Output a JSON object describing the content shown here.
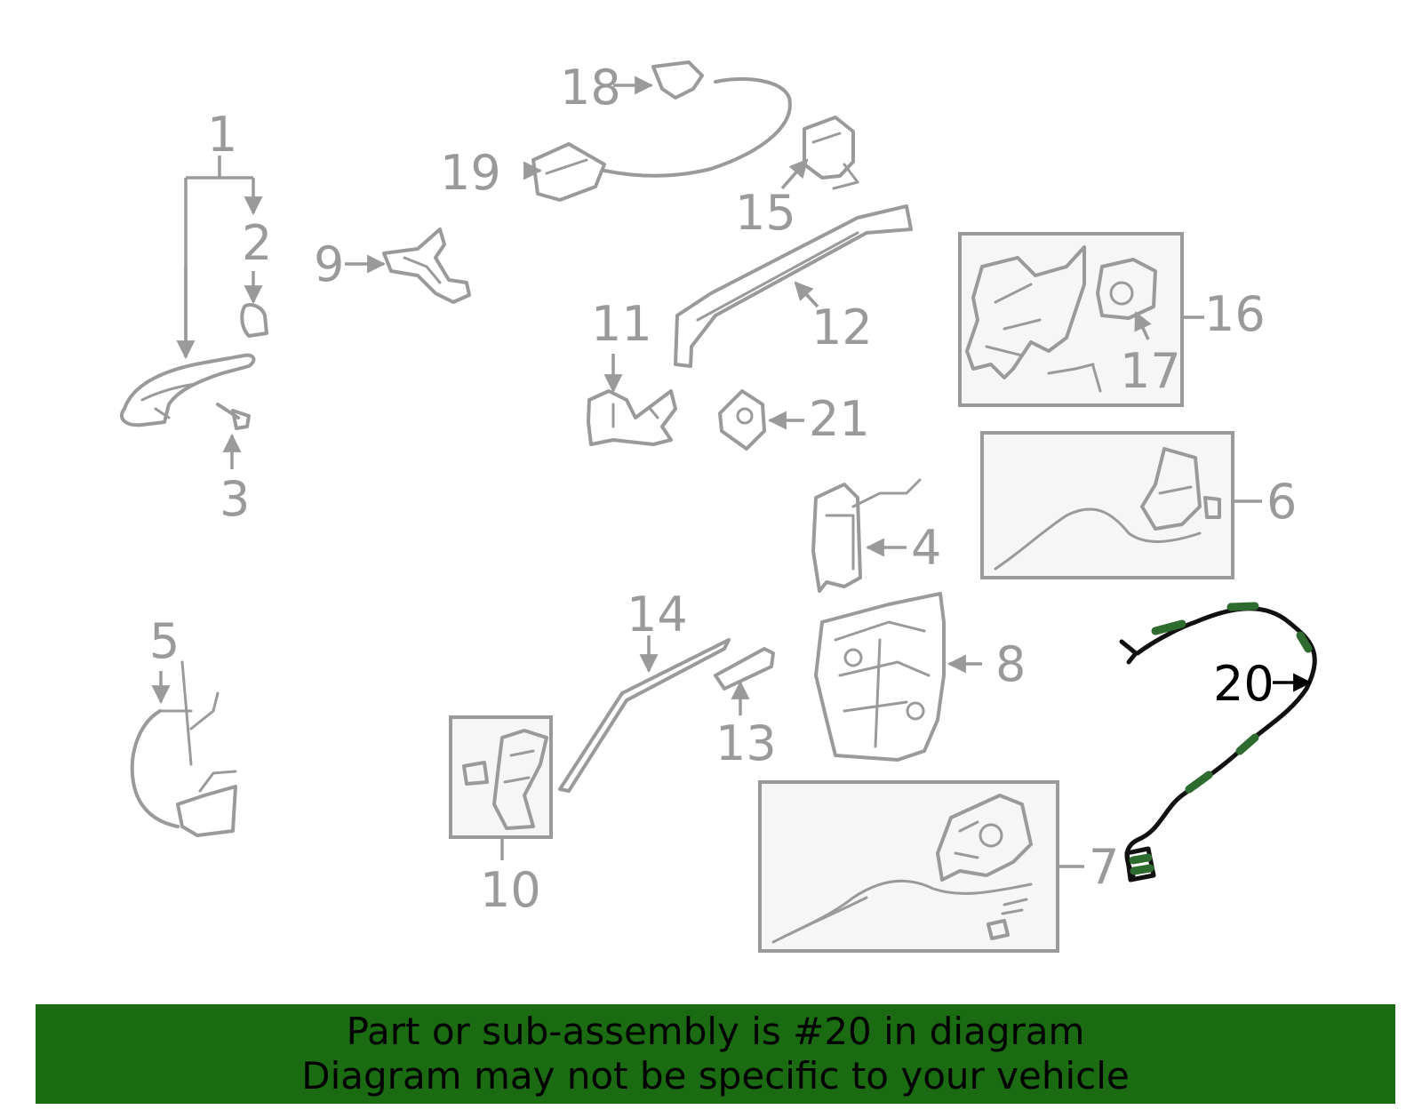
{
  "diagram": {
    "callouts": {
      "c1": "1",
      "c2": "2",
      "c3": "3",
      "c4": "4",
      "c5": "5",
      "c6": "6",
      "c7": "7",
      "c8": "8",
      "c9": "9",
      "c10": "10",
      "c11": "11",
      "c12": "12",
      "c13": "13",
      "c14": "14",
      "c15": "15",
      "c16": "16",
      "c17": "17",
      "c18": "18",
      "c19": "19",
      "c20": "20",
      "c21": "21"
    },
    "highlighted_part": "20"
  },
  "colors": {
    "line": "#9a9a9a",
    "highlight": "#000000",
    "banner": "#1a6b12",
    "wire_sleeve": "#2e6b2e"
  },
  "footer": {
    "line1": "Part or sub-assembly is #20 in diagram",
    "line2": "Diagram may not be specific to your vehicle"
  }
}
